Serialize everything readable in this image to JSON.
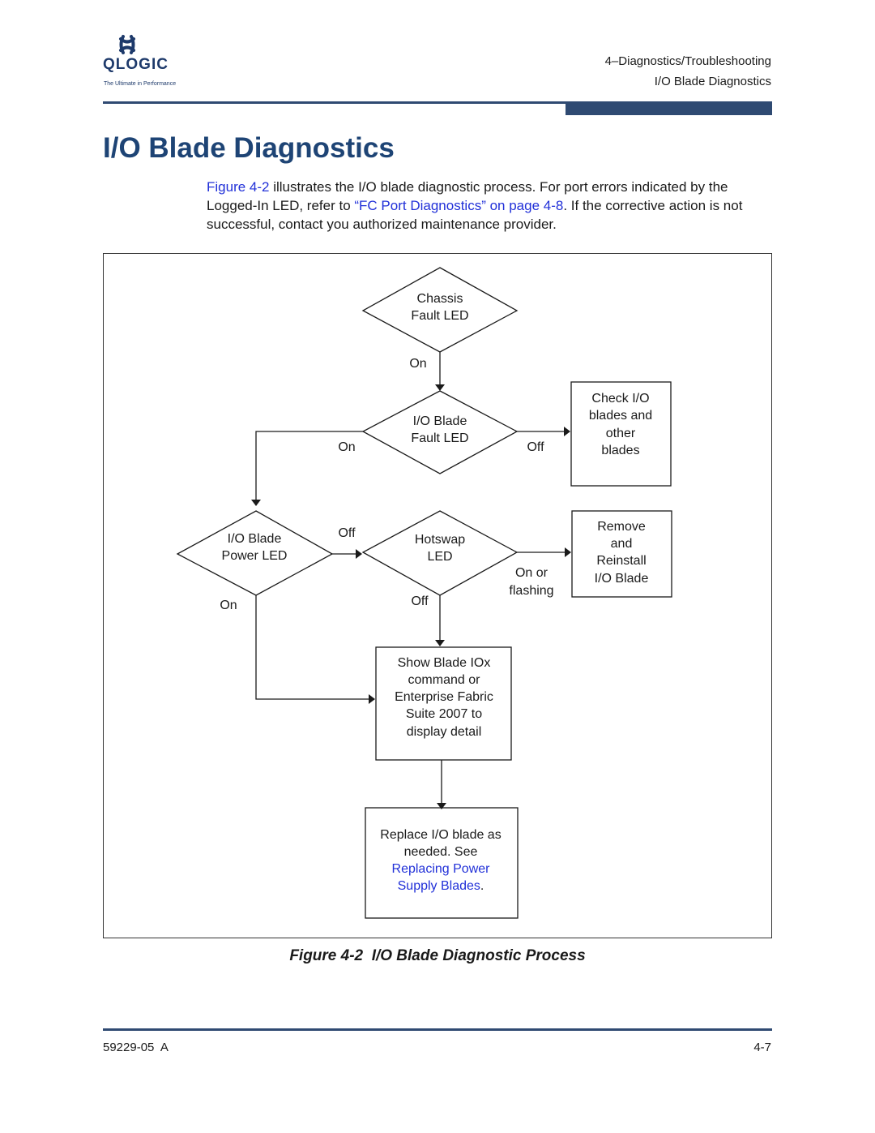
{
  "header": {
    "logo_text": "QLOGIC",
    "logo_tagline": "The Ultimate in Performance",
    "chapter": "4–Diagnostics/Troubleshooting",
    "section": "I/O Blade Diagnostics"
  },
  "title": "I/O Blade Diagnostics",
  "intro": {
    "fig_ref": "Figure 4-2",
    "text1": " illustrates the I/O blade diagnostic process. For port errors indicated by the Logged-In LED, refer to ",
    "link": "“FC Port Diagnostics” on page 4-8",
    "text2": ". If the corrective action is not successful, contact you authorized maintenance provider."
  },
  "flowchart": {
    "chassis_fault": [
      "Chassis",
      "Fault LED"
    ],
    "chassis_on": "On",
    "io_fault": [
      "I/O Blade",
      "Fault LED"
    ],
    "io_fault_on": "On",
    "io_fault_off": "Off",
    "check_box": [
      "Check I/O",
      "blades and",
      "other",
      "blades"
    ],
    "power_led": [
      "I/O Blade",
      "Power LED"
    ],
    "power_off": "Off",
    "power_on": "On",
    "hotswap": [
      "Hotswap",
      "LED"
    ],
    "hotswap_on": [
      "On or",
      "flashing"
    ],
    "hotswap_off": "Off",
    "remove_box": [
      "Remove",
      "and",
      "Reinstall",
      "I/O Blade"
    ],
    "show_box": [
      "Show Blade IOx",
      "command or",
      "Enterprise Fabric",
      "Suite 2007 to",
      "display detail"
    ],
    "replace_box": [
      "Replace I/O blade as",
      "needed. See"
    ],
    "replace_link": [
      "Replacing Power",
      "Supply Blades"
    ],
    "replace_period": "."
  },
  "caption": {
    "label": "Figure 4-2",
    "text": "I/O Blade Diagnostic Process"
  },
  "footer": {
    "doc_id": "59229-05  A",
    "page": "4-7"
  },
  "colors": {
    "brand": "#1e4475",
    "rule": "#2f4a72",
    "link": "#2130d8"
  }
}
